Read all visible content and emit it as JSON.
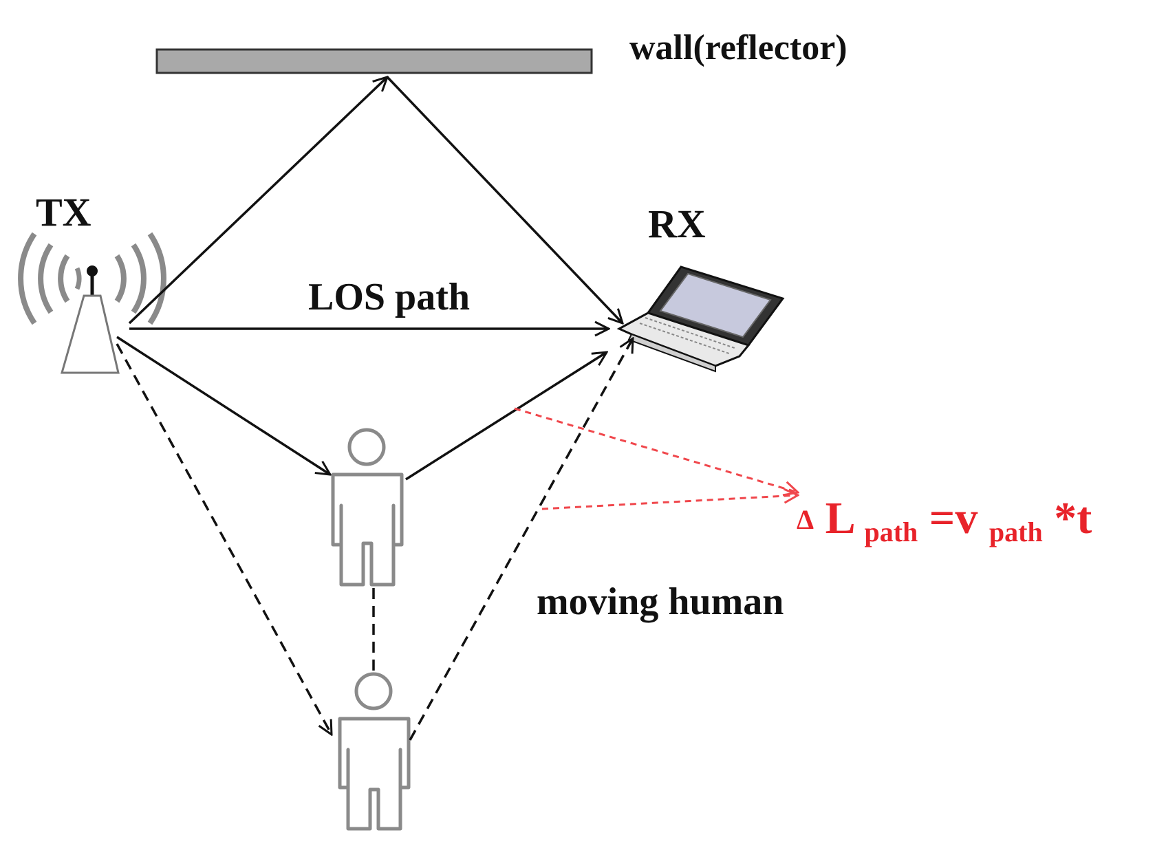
{
  "labels": {
    "wall": "wall(reflector)",
    "tx": "TX",
    "rx": "RX",
    "los": "LOS path",
    "moving_human": "moving human"
  },
  "formula": {
    "delta": "Δ",
    "l": "L",
    "l_sub": "path",
    "equals_v": " =v",
    "v_sub": "path",
    "times_t": "*t"
  },
  "colors": {
    "text": "#111111",
    "formula": "#e8232a",
    "red_arrows": "#f0474c",
    "wall_fill": "#a9a9a9",
    "icon_outline": "#8a8a8a"
  },
  "icons": [
    "wall-icon",
    "tx-antenna-icon",
    "rx-laptop-icon",
    "human-icon",
    "human-moved-icon"
  ]
}
